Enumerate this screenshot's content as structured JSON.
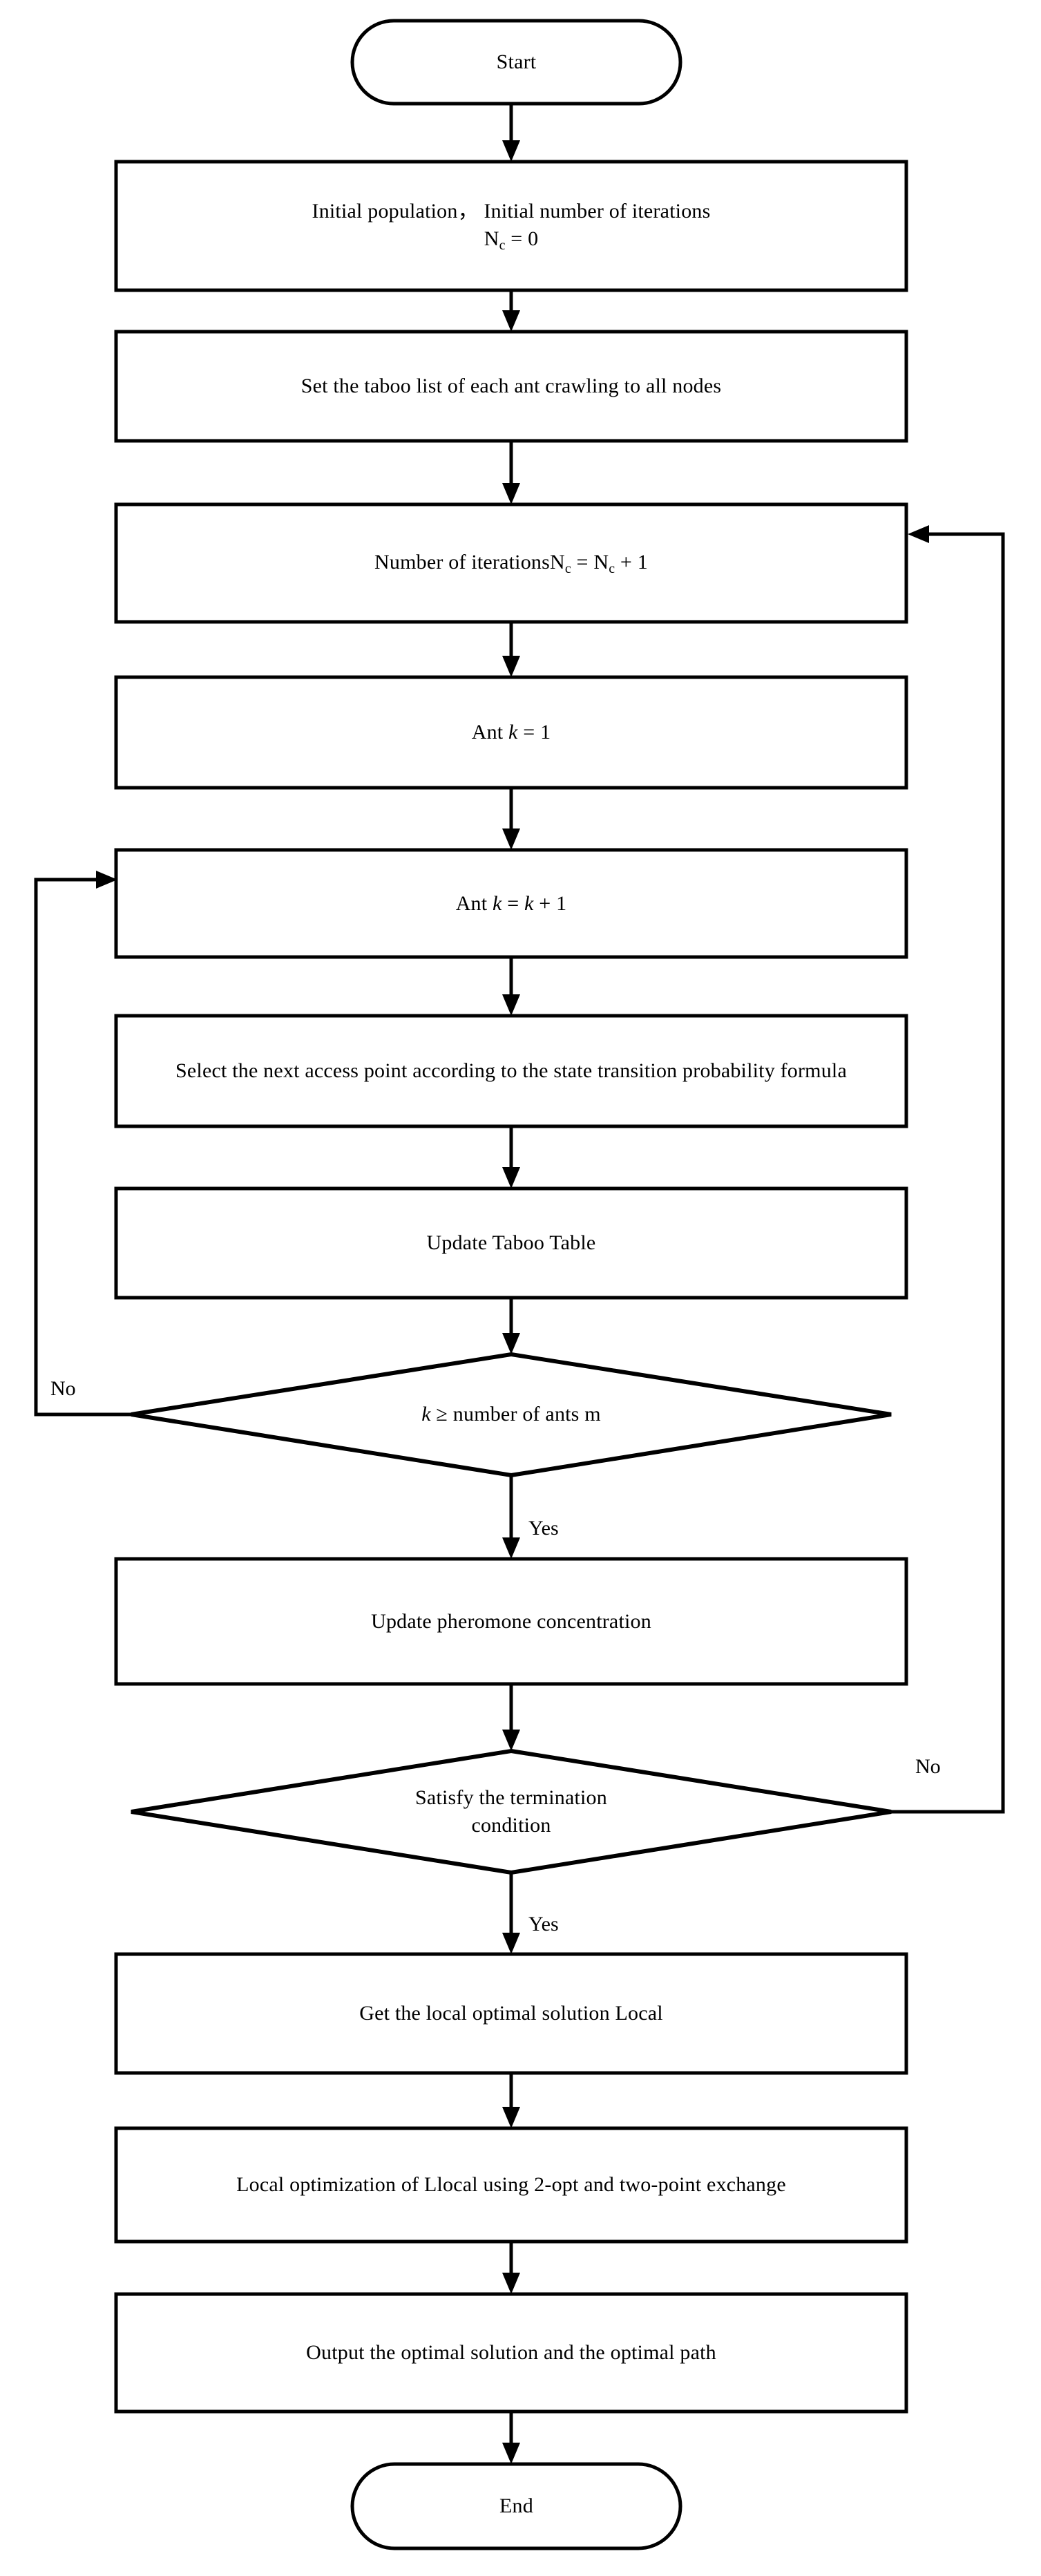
{
  "diagram": {
    "title": "Ant colony optimization algorithm flowchart",
    "type": "flowchart",
    "background_color": "#ffffff",
    "line_color": "#000000",
    "text_color": "#000000"
  },
  "nodes": {
    "start": {
      "label": "Start",
      "shape": "terminal"
    },
    "init": {
      "line1": "Initial population，  Initial number of iterations",
      "line2_prefix": "N",
      "line2_sub": "c",
      "line2_suffix": " = 0",
      "shape": "process"
    },
    "taboo_init": {
      "label": "Set the taboo list of each ant crawling to all nodes",
      "shape": "process"
    },
    "iteration_inc": {
      "prefix": "Number of iterationsN",
      "sub1": "c",
      "mid": " = N",
      "sub2": "c",
      "suffix": " + 1",
      "shape": "process"
    },
    "ant_init": {
      "prefix": "Ant ",
      "var": "k",
      "suffix": " = 1",
      "shape": "process"
    },
    "ant_inc": {
      "prefix": "Ant ",
      "var1": "k",
      "mid": " = ",
      "var2": "k",
      "suffix": " + 1",
      "shape": "process"
    },
    "select_next": {
      "label": "Select the next access point according to the state transition probability formula",
      "shape": "process"
    },
    "update_taboo": {
      "label": "Update Taboo Table",
      "shape": "process"
    },
    "decision_ants": {
      "var": "k",
      "operator": " ≥ ",
      "rest": "number of ants m",
      "shape": "decision"
    },
    "update_pheromone": {
      "label": "Update pheromone concentration",
      "shape": "process"
    },
    "decision_termination": {
      "line1": "Satisfy the termination",
      "line2": "condition",
      "shape": "decision"
    },
    "local_solution": {
      "label": "Get the local optimal solution Local",
      "shape": "process"
    },
    "local_optimization": {
      "label": "Local optimization of Llocal using 2-opt and two-point exchange",
      "shape": "process"
    },
    "output": {
      "label": "Output the optimal solution and the optimal path",
      "shape": "process"
    },
    "end": {
      "label": "End",
      "shape": "terminal"
    }
  },
  "edge_labels": {
    "ants_no": "No",
    "ants_yes": "Yes",
    "termination_no": "No",
    "termination_yes": "Yes"
  }
}
